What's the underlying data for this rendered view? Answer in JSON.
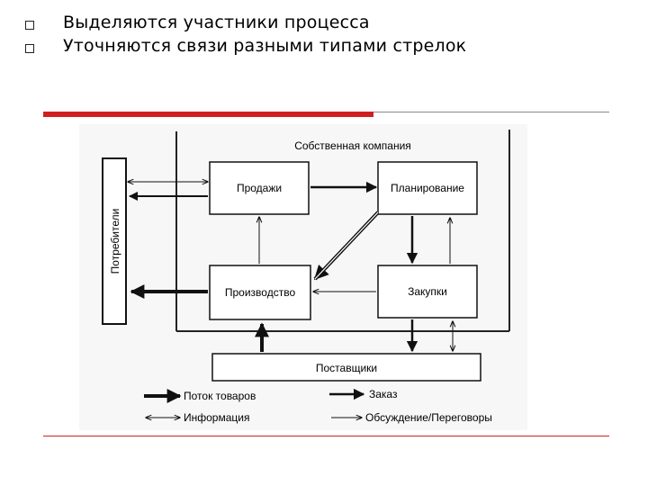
{
  "bullets": [
    "Выделяются участники процесса",
    "Уточняются связи разными типами стрелок"
  ],
  "diagram": {
    "company_label": "Собственная компания",
    "consumers": "Потребители",
    "sales": "Продажи",
    "planning": "Планирование",
    "production": "Производство",
    "purchasing": "Закупки",
    "suppliers": "Поставщики",
    "legend": {
      "goods_flow": "Поток товаров",
      "order": "Заказ",
      "information": "Информация",
      "discussion": "Обсуждение/Переговоры"
    }
  },
  "colors": {
    "accent_bar": "#d11f1f"
  }
}
